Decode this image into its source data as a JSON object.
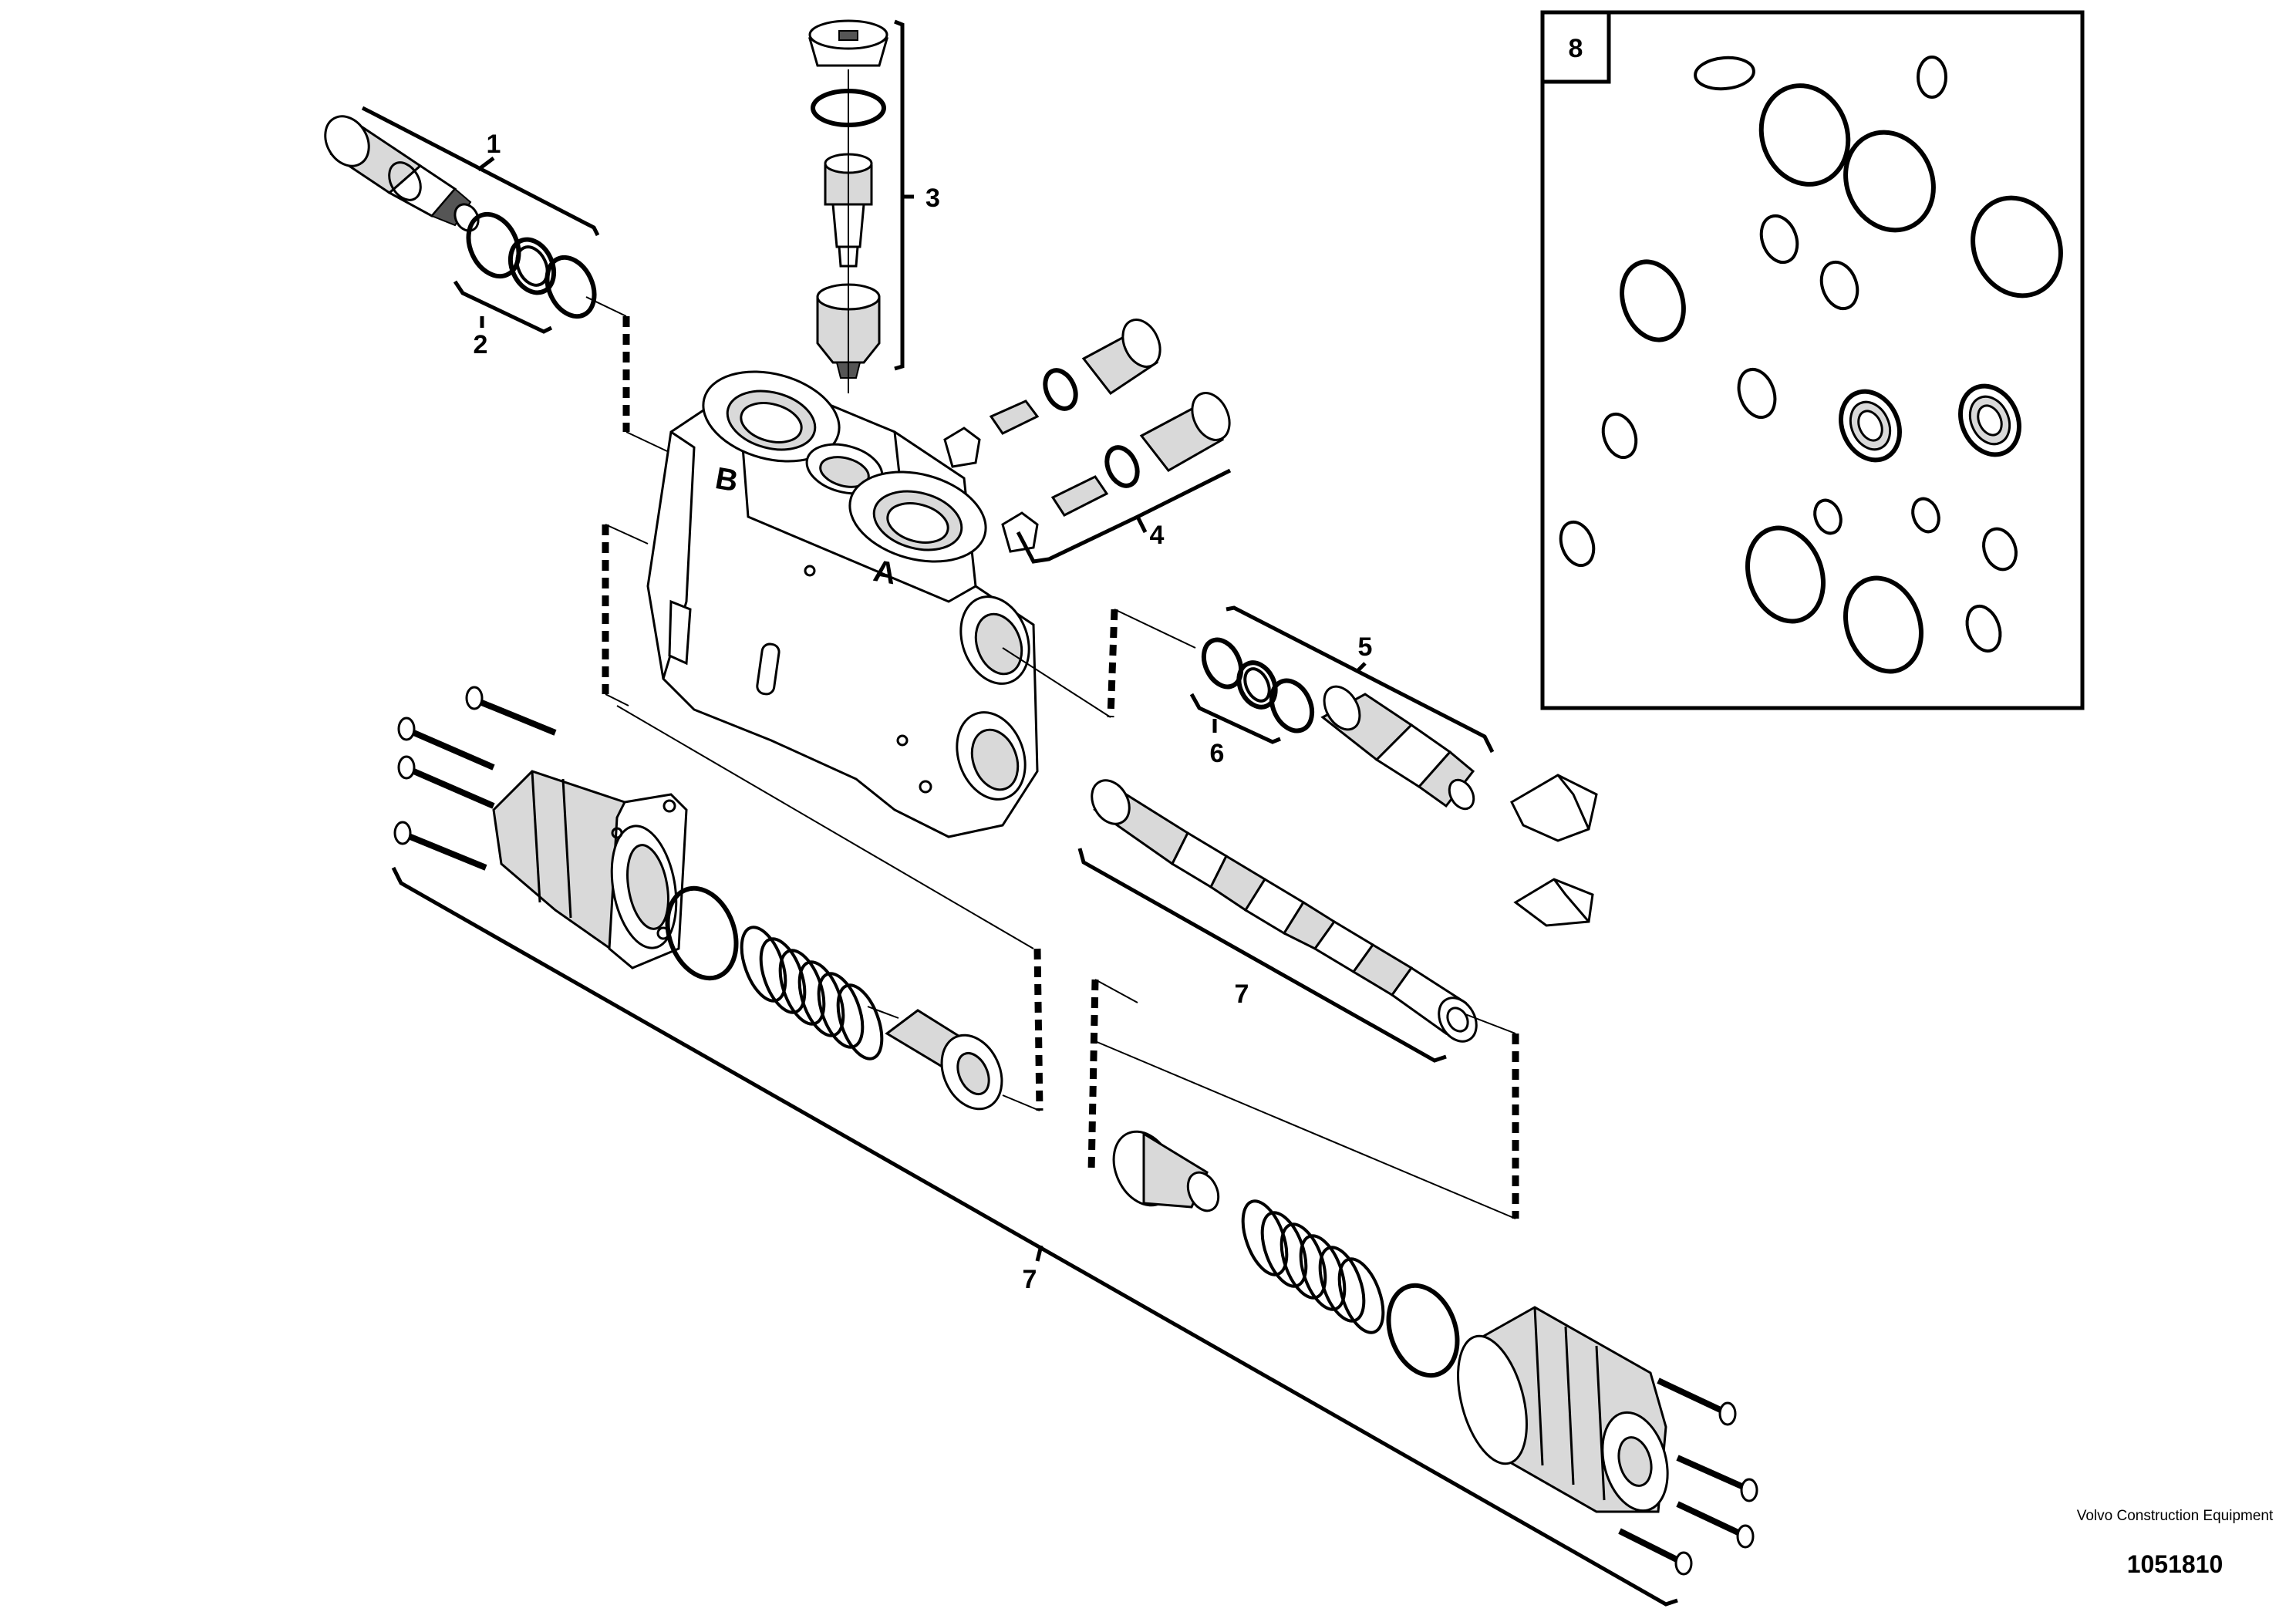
{
  "diagram": {
    "callouts": {
      "c1": "1",
      "c2": "2",
      "c3": "3",
      "c4": "4",
      "c5": "5",
      "c6": "6",
      "c7a": "7",
      "c7b": "7",
      "c8": "8"
    },
    "port_labels": {
      "port_a": "A",
      "port_b": "B"
    }
  },
  "footer": {
    "brand": "Volvo Construction Equipment",
    "document_number": "1051810"
  }
}
